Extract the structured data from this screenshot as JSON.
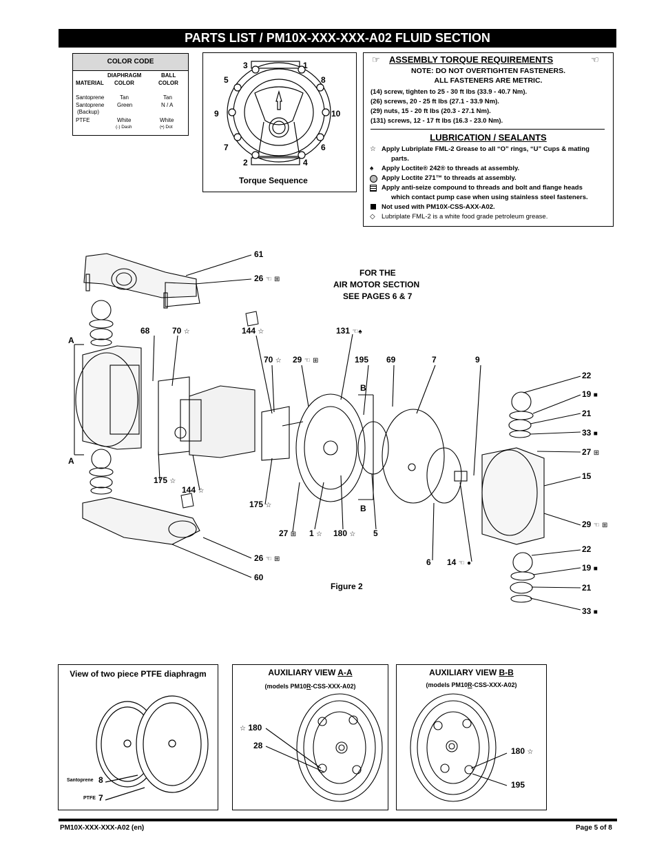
{
  "title": "PARTS LIST / PM10X-XXX-XXX-A02 FLUID SECTION",
  "color_code": {
    "heading": "COLOR CODE",
    "col_diaphragm": "DIAPHRAGM",
    "col_ball": "BALL",
    "col_material": "MATERIAL",
    "col_color1": "COLOR",
    "col_color2": "COLOR",
    "rows": [
      {
        "material": "Santoprene",
        "diaphragm": "Tan",
        "ball": "Tan"
      },
      {
        "material": "Santoprene",
        "diaphragm": "Green",
        "ball": "N / A"
      },
      {
        "material": "(Backup)",
        "diaphragm": "",
        "ball": ""
      },
      {
        "material": "PTFE",
        "diaphragm": "White",
        "ball": "White"
      }
    ],
    "dash_note": "(-) Dash",
    "dot_note": "(•) Dot"
  },
  "torque_sequence": {
    "caption": "Torque Sequence",
    "numbers": [
      "3",
      "1",
      "5",
      "8",
      "9",
      "10",
      "7",
      "6",
      "2",
      "4"
    ]
  },
  "assembly": {
    "heading": "ASSEMBLY TORQUE REQUIREMENTS",
    "note1": "NOTE: DO NOT OVERTIGHTEN FASTENERS.",
    "note2": "ALL FASTENERS ARE METRIC.",
    "lines": [
      "(14) screw, tighten to 25 - 30 ft lbs (33.9 - 40.7 Nm).",
      "(26) screws, 20 - 25 ft lbs (27.1 - 33.9 Nm).",
      "(29) nuts, 15 - 20 ft lbs (20.3 - 27.1 Nm).",
      "(131) screws, 12 - 17 ft lbs (16.3 - 23.0 Nm)."
    ],
    "lub_heading": "LUBRICATION / SEALANTS",
    "lub1a": "Apply Lubriplate FML-2 Grease to all “O” rings, “U” Cups & mating",
    "lub1b": "parts.",
    "lub2": "Apply Loctite® 242® to threads at assembly.",
    "lub3": "Apply Loctite 271™ to threads at assembly.",
    "lub4a": "Apply anti-seize compound to threads and bolt and flange heads",
    "lub4b": "which contact pump case when using stainless steel fasteners.",
    "lub5": "Not used with PM10X-CSS-AXX-A02.",
    "lub6": "Lubriplate FML-2 is a white food grade petroleum grease."
  },
  "air_motor_note": [
    "FOR THE",
    "AIR MOTOR SECTION",
    "SEE PAGES 6 & 7"
  ],
  "figure_caption": "Figure 2",
  "labels": {
    "l61": "61",
    "l26a": "26",
    "l144a": "144",
    "l131": "131",
    "l68": "68",
    "l70a": "70",
    "l70b": "70",
    "l29a": "29",
    "l195": "195",
    "l69": "69",
    "l7": "7",
    "l9": "9",
    "l22a": "22",
    "l19a": "19",
    "l21a": "21",
    "l33a": "33",
    "l27a": "27",
    "l15": "15",
    "l29b": "29",
    "l22b": "22",
    "l19b": "19",
    "l21b": "21",
    "l33b": "33",
    "lB1": "B",
    "lB2": "B",
    "lA1": "A",
    "lA2": "A",
    "l175a": "175",
    "l144b": "144",
    "l175b": "175",
    "l27b": "27",
    "l1": "1",
    "l180": "180",
    "l5": "5",
    "l6": "6",
    "l14": "14",
    "l26b": "26",
    "l60": "60"
  },
  "views": {
    "ptfe_title": "View of two piece PTFE diaphragm",
    "santoprene_label": "Santoprene",
    "santoprene_num": "8",
    "ptfe_label": "PTFE",
    "ptfe_num": "7",
    "aa_title_prefix": "AUXILIARY VIEW ",
    "aa_title_tag": "A-A",
    "aa_sub_prefix": "(models PM10",
    "aa_sub_r": "R",
    "aa_sub_suffix": "-CSS-XXX-A02)",
    "aa_180": "180",
    "aa_28": "28",
    "bb_title_prefix": "AUXILIARY VIEW ",
    "bb_title_tag": "B-B",
    "bb_sub_prefix": "(models PM10",
    "bb_sub_r": "R",
    "bb_sub_suffix": "-CSS-XXX-A02)",
    "bb_180": "180",
    "bb_195": "195"
  },
  "footer": {
    "left": "PM10X-XXX-XXX-A02 (en)",
    "right": "Page  5 of 8"
  }
}
